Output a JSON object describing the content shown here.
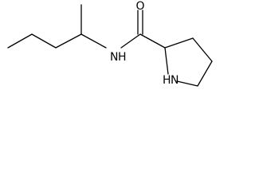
{
  "diagram": {
    "type": "skeletal-structure",
    "atoms": {
      "oxygen": "O",
      "amide_nitrogen": "N",
      "amide_hydrogen": "H",
      "ring_nitrogen": "N",
      "ring_hydrogen": "H"
    },
    "colors": {
      "bond": "#000000",
      "label": "#000000",
      "background": "#ffffff"
    }
  }
}
